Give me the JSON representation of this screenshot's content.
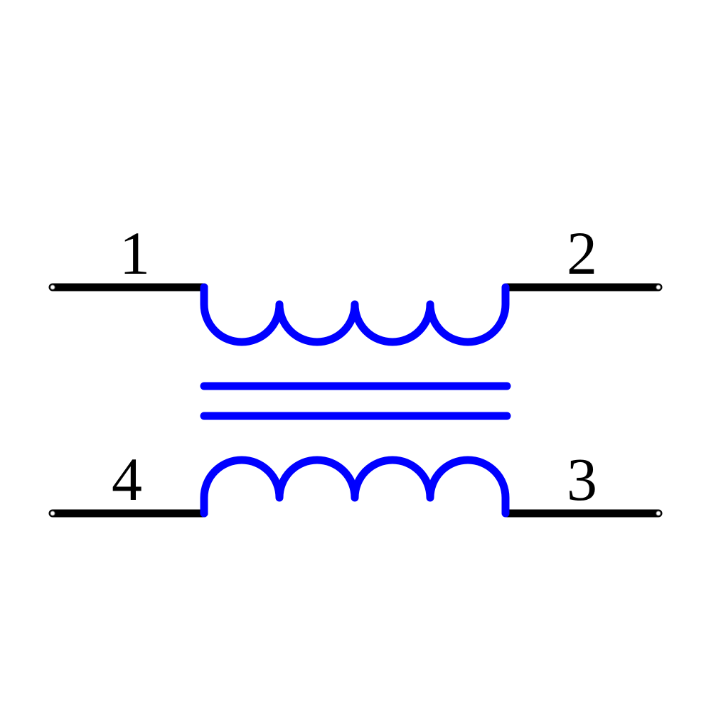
{
  "diagram": {
    "type": "schematic-symbol",
    "component": "common-mode-choke",
    "colors": {
      "lead": "#000000",
      "winding": "#0000ff",
      "background": "#ffffff"
    },
    "pins": [
      {
        "number": "1",
        "label": "1"
      },
      {
        "number": "2",
        "label": "2"
      },
      {
        "number": "3",
        "label": "3"
      },
      {
        "number": "4",
        "label": "4"
      }
    ],
    "windings": [
      {
        "name": "top-winding",
        "turns": 4,
        "connects": [
          "1",
          "2"
        ]
      },
      {
        "name": "bottom-winding",
        "turns": 4,
        "connects": [
          "4",
          "3"
        ]
      }
    ],
    "core_lines": 2
  }
}
